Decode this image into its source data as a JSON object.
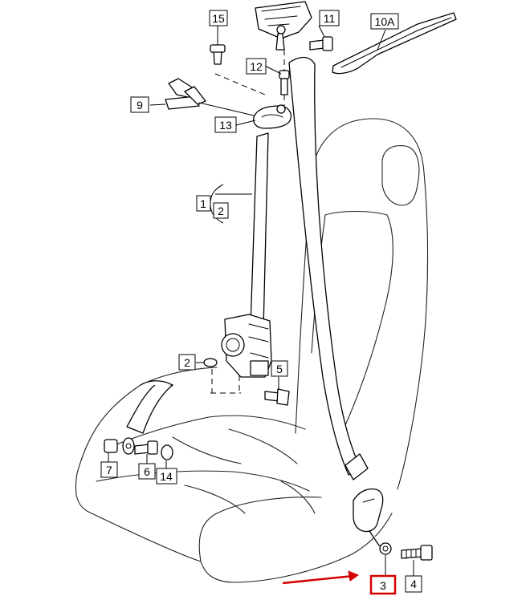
{
  "callouts": [
    {
      "id": "15",
      "label": "15"
    },
    {
      "id": "11",
      "label": "11"
    },
    {
      "id": "10A",
      "label": "10A"
    },
    {
      "id": "12",
      "label": "12"
    },
    {
      "id": "9",
      "label": "9"
    },
    {
      "id": "13",
      "label": "13"
    },
    {
      "id": "1",
      "label": "1"
    },
    {
      "id": "2a",
      "label": "2"
    },
    {
      "id": "2b",
      "label": "2"
    },
    {
      "id": "5",
      "label": "5"
    },
    {
      "id": "7",
      "label": "7"
    },
    {
      "id": "6",
      "label": "6"
    },
    {
      "id": "14",
      "label": "14"
    },
    {
      "id": "3",
      "label": "3",
      "highlighted": true
    },
    {
      "id": "4",
      "label": "4"
    }
  ],
  "highlight": {
    "target": "3",
    "color": "#d40000"
  }
}
